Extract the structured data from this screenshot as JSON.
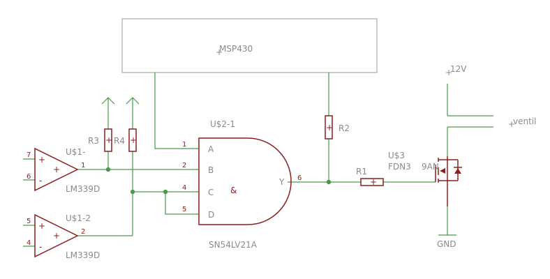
{
  "components": {
    "mcu": {
      "label": "MSP430"
    },
    "gate": {
      "name": "U$2-1",
      "part": "SN54LV21A",
      "symbol": "&",
      "pins": {
        "a": "A",
        "b": "B",
        "c": "C",
        "d": "D",
        "y": "Y"
      },
      "pin_numbers": {
        "a": "1",
        "b": "2",
        "c": "4",
        "d": "5",
        "y": "6"
      }
    },
    "comp1": {
      "name": "U$1-",
      "part": "LM339D",
      "in_pos_pin": "7",
      "in_neg_pin": "6",
      "out_pin": "1",
      "plus": "+",
      "minus": "-"
    },
    "comp2": {
      "name": "U$1-2",
      "part": "LM339D",
      "in_pos_pin": "5",
      "in_neg_pin": "4",
      "out_pin": "2",
      "plus": "+",
      "minus": "-"
    },
    "r1": {
      "name": "R1"
    },
    "r2": {
      "name": "R2"
    },
    "r3": {
      "name": "R3"
    },
    "r4": {
      "name": "R4"
    },
    "fet": {
      "name": "U$3",
      "part": "FDN3",
      "part2": "9AN"
    },
    "supply": {
      "label": "12V"
    },
    "ground": {
      "label": "GND"
    },
    "valve": {
      "label": "ventil"
    }
  }
}
